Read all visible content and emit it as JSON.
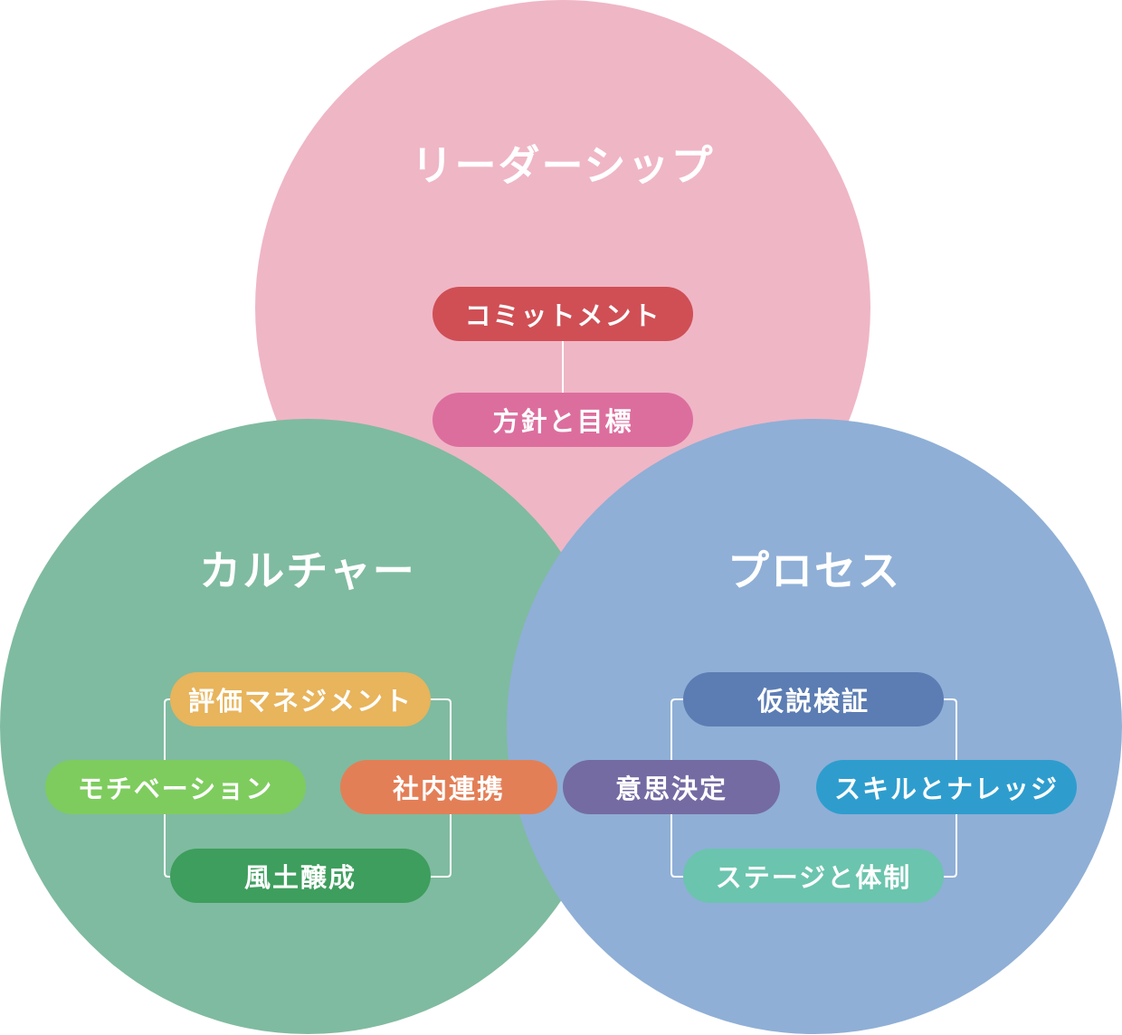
{
  "circles": {
    "leadership": {
      "title": "リーダーシップ",
      "color": "#E994AE"
    },
    "culture": {
      "title": "カルチャー",
      "color": "#3F9C72"
    },
    "process": {
      "title": "プロセス",
      "color": "#3B78C0"
    }
  },
  "pills": {
    "commitment": {
      "label": "コミットメント",
      "color": "#CF4F55"
    },
    "policy_goals": {
      "label": "方針と目標",
      "color": "#DC6E9E"
    },
    "evaluation": {
      "label": "評価マネジメント",
      "color": "#E8B45C"
    },
    "motivation": {
      "label": "モチベーション",
      "color": "#7ECC5E"
    },
    "collaboration": {
      "label": "社内連携",
      "color": "#E37F57"
    },
    "climate": {
      "label": "風土醸成",
      "color": "#3E9E5D"
    },
    "hypothesis": {
      "label": "仮説検証",
      "color": "#5C7DB3"
    },
    "decision": {
      "label": "意思決定",
      "color": "#746BA3"
    },
    "skills": {
      "label": "スキルとナレッジ",
      "color": "#2E9DCE"
    },
    "stages": {
      "label": "ステージと体制",
      "color": "#6BC4AE"
    }
  }
}
